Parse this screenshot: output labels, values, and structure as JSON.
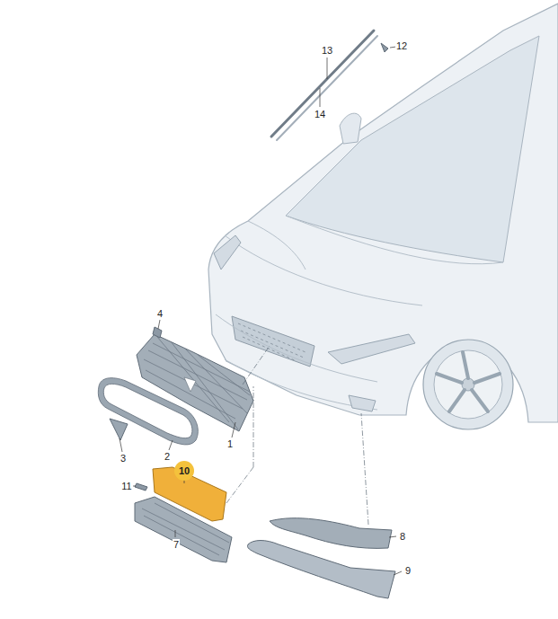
{
  "diagram": {
    "nodes": [
      {
        "text": [
          "10"
        ]
      }
    ],
    "labels": [
      "13",
      "12",
      "14",
      "4",
      "1",
      "3",
      "2",
      "11",
      "8",
      "7",
      "9"
    ]
  }
}
